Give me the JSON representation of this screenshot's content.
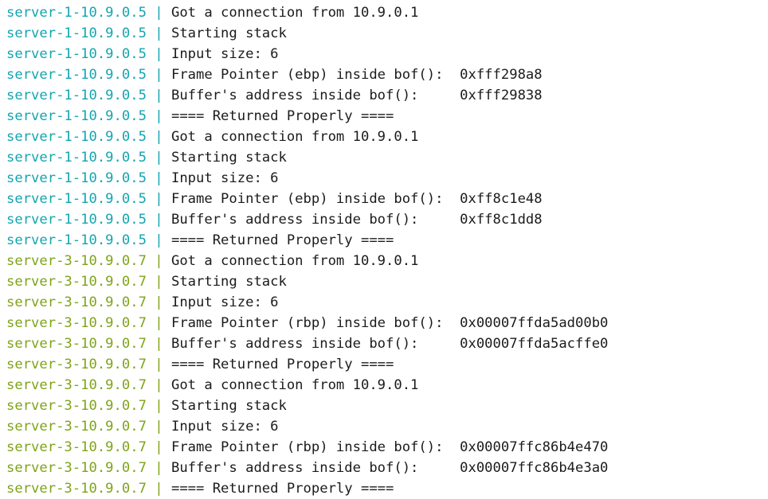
{
  "console": {
    "background_color": "#ffffff",
    "text_color": "#1b1b1b",
    "separator": " | ",
    "services": [
      {
        "id": "server-1",
        "prefix": "server-1-10.9.0.5",
        "color": "#13a5b0"
      },
      {
        "id": "server-3",
        "prefix": "server-3-10.9.0.7",
        "color": "#7fa318"
      }
    ],
    "lines": [
      {
        "prefix": "server-1-10.9.0.5",
        "sep": " | ",
        "msg": "Got a connection from 10.9.0.1",
        "service": "server-1"
      },
      {
        "prefix": "server-1-10.9.0.5",
        "sep": " | ",
        "msg": "Starting stack",
        "service": "server-1"
      },
      {
        "prefix": "server-1-10.9.0.5",
        "sep": " | ",
        "msg": "Input size: 6",
        "service": "server-1"
      },
      {
        "prefix": "server-1-10.9.0.5",
        "sep": " | ",
        "msg": "Frame Pointer (ebp) inside bof():  0xfff298a8",
        "service": "server-1"
      },
      {
        "prefix": "server-1-10.9.0.5",
        "sep": " | ",
        "msg": "Buffer's address inside bof():     0xfff29838",
        "service": "server-1"
      },
      {
        "prefix": "server-1-10.9.0.5",
        "sep": " | ",
        "msg": "==== Returned Properly ====",
        "service": "server-1"
      },
      {
        "prefix": "server-1-10.9.0.5",
        "sep": " | ",
        "msg": "Got a connection from 10.9.0.1",
        "service": "server-1"
      },
      {
        "prefix": "server-1-10.9.0.5",
        "sep": " | ",
        "msg": "Starting stack",
        "service": "server-1"
      },
      {
        "prefix": "server-1-10.9.0.5",
        "sep": " | ",
        "msg": "Input size: 6",
        "service": "server-1"
      },
      {
        "prefix": "server-1-10.9.0.5",
        "sep": " | ",
        "msg": "Frame Pointer (ebp) inside bof():  0xff8c1e48",
        "service": "server-1"
      },
      {
        "prefix": "server-1-10.9.0.5",
        "sep": " | ",
        "msg": "Buffer's address inside bof():     0xff8c1dd8",
        "service": "server-1"
      },
      {
        "prefix": "server-1-10.9.0.5",
        "sep": " | ",
        "msg": "==== Returned Properly ====",
        "service": "server-1"
      },
      {
        "prefix": "server-3-10.9.0.7",
        "sep": " | ",
        "msg": "Got a connection from 10.9.0.1",
        "service": "server-3"
      },
      {
        "prefix": "server-3-10.9.0.7",
        "sep": " | ",
        "msg": "Starting stack",
        "service": "server-3"
      },
      {
        "prefix": "server-3-10.9.0.7",
        "sep": " | ",
        "msg": "Input size: 6",
        "service": "server-3"
      },
      {
        "prefix": "server-3-10.9.0.7",
        "sep": " | ",
        "msg": "Frame Pointer (rbp) inside bof():  0x00007ffda5ad00b0",
        "service": "server-3"
      },
      {
        "prefix": "server-3-10.9.0.7",
        "sep": " | ",
        "msg": "Buffer's address inside bof():     0x00007ffda5acffe0",
        "service": "server-3"
      },
      {
        "prefix": "server-3-10.9.0.7",
        "sep": " | ",
        "msg": "==== Returned Properly ====",
        "service": "server-3"
      },
      {
        "prefix": "server-3-10.9.0.7",
        "sep": " | ",
        "msg": "Got a connection from 10.9.0.1",
        "service": "server-3"
      },
      {
        "prefix": "server-3-10.9.0.7",
        "sep": " | ",
        "msg": "Starting stack",
        "service": "server-3"
      },
      {
        "prefix": "server-3-10.9.0.7",
        "sep": " | ",
        "msg": "Input size: 6",
        "service": "server-3"
      },
      {
        "prefix": "server-3-10.9.0.7",
        "sep": " | ",
        "msg": "Frame Pointer (rbp) inside bof():  0x00007ffc86b4e470",
        "service": "server-3"
      },
      {
        "prefix": "server-3-10.9.0.7",
        "sep": " | ",
        "msg": "Buffer's address inside bof():     0x00007ffc86b4e3a0",
        "service": "server-3"
      },
      {
        "prefix": "server-3-10.9.0.7",
        "sep": " | ",
        "msg": "==== Returned Properly ====",
        "service": "server-3"
      }
    ]
  }
}
